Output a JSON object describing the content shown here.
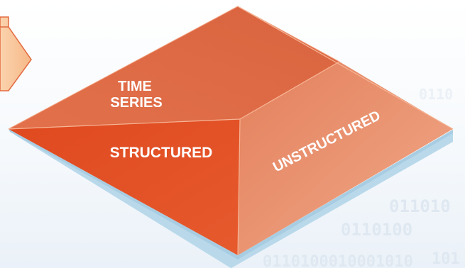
{
  "labels": {
    "time_series_line1": "TIME",
    "time_series_line2": "SERIES",
    "structured": "STRUCTURED",
    "unstructured": "UNSTRUCTURED"
  },
  "background_binary": [
    "011010",
    "0110100",
    "0110100010001010",
    "101",
    "0110"
  ],
  "colors": {
    "top_face": "#dd6a44",
    "structured_face": "#e04e26",
    "unstructured_face": "#e88a66",
    "base_edge": "#b8d8ea",
    "arrow": "#f8c59c",
    "arrow_stroke": "#e36a40"
  }
}
